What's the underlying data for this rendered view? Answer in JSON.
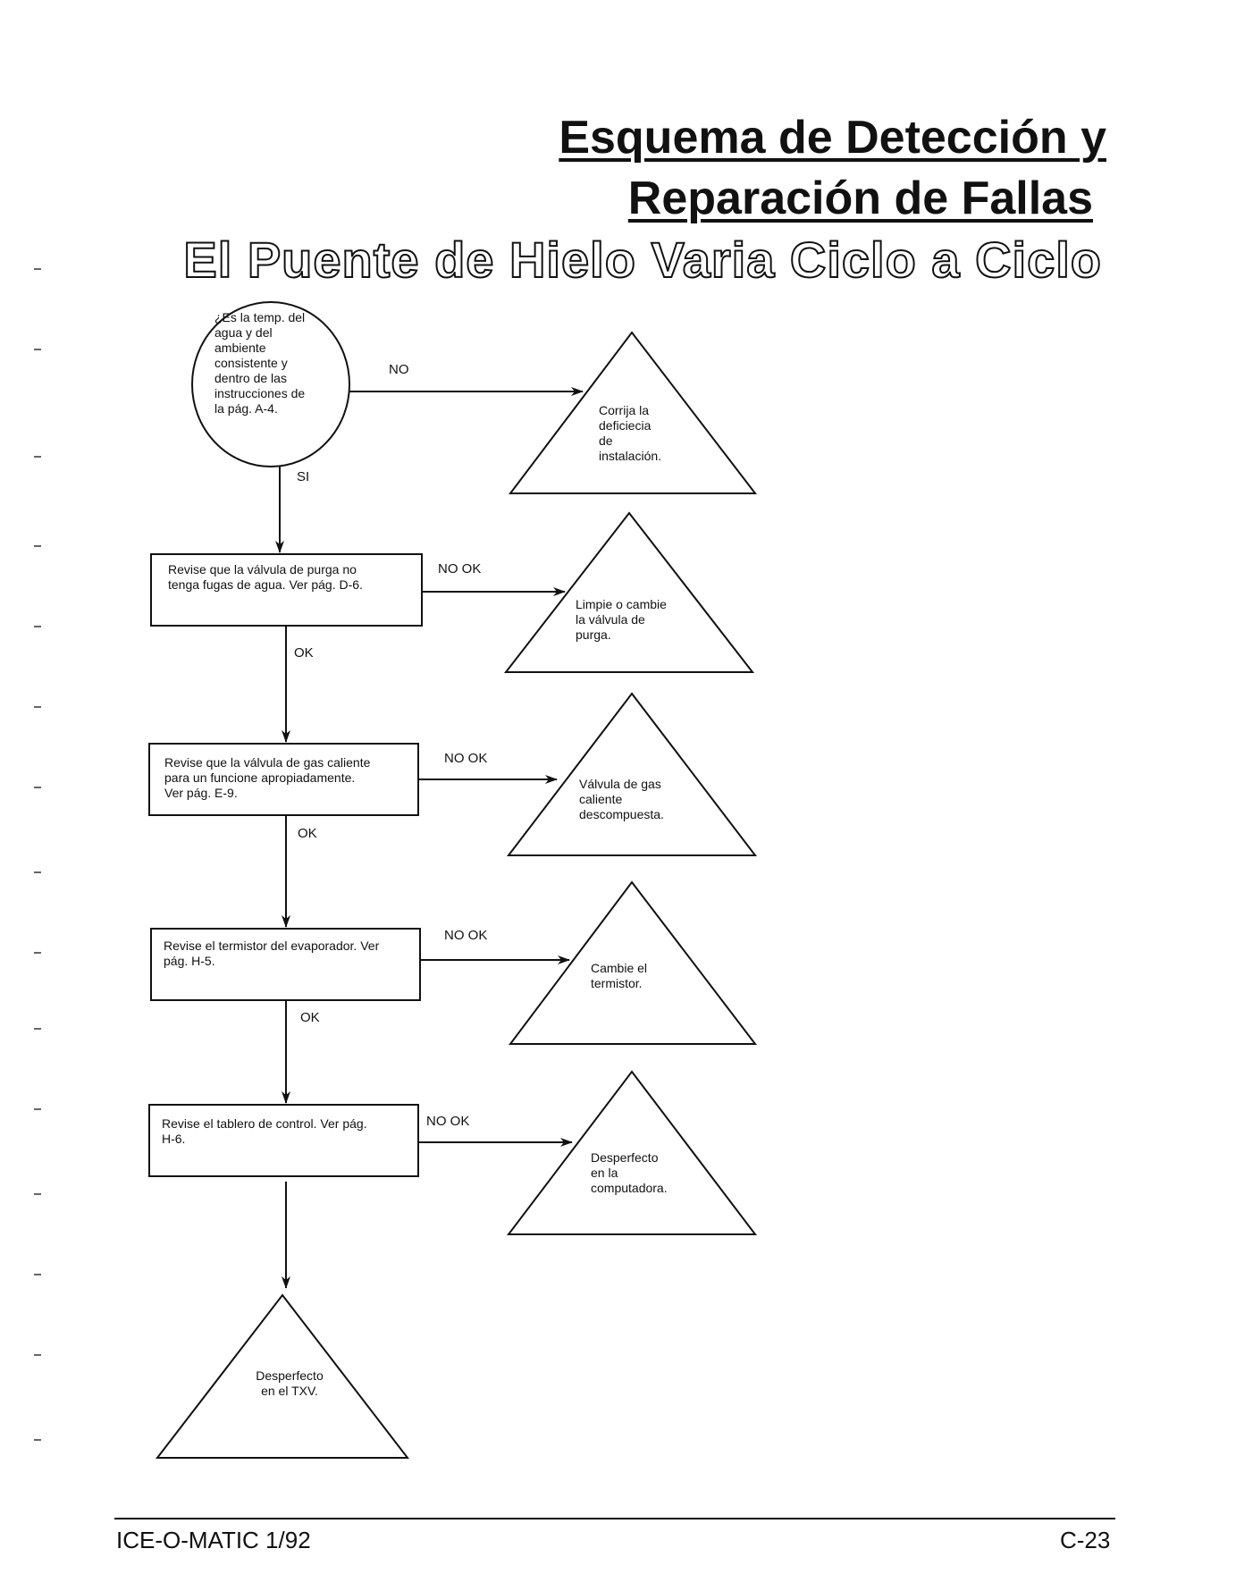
{
  "title": {
    "line1": "Esquema de Detección y",
    "line2": "Reparación de Fallas",
    "subtitle": "El Puente de Hielo Varia Ciclo a Ciclo"
  },
  "flowchart": {
    "start": {
      "text": "¿Es la temp. del\nagua y del\nambiente\nconsistente y\ndentro de las\ninstrucciones de\nla pág. A-4."
    },
    "steps": [
      {
        "check": "Revise que la válvula de purga no\ntenga fugas de agua.  Ver pág. D-6.",
        "result": "Limpie o cambie\nla válvula de\npurga."
      },
      {
        "check": "Revise que la válvula de gas caliente\npara un funcione apropiadamente.\nVer pág. E-9.",
        "result": "Válvula de gas\ncaliente\ndescompuesta."
      },
      {
        "check": "Revise el termistor del evaporador.  Ver\npág.  H-5.",
        "result": "Cambie el\ntermistor."
      },
      {
        "check": "Revise el tablero de control.  Ver pág.\nH-6.",
        "result": "Desperfecto\nen la\ncomputadora."
      }
    ],
    "start_result": "Corrija la\ndeficiecia\nde\ninstalación.",
    "final_result": "Desperfecto\nen el TXV.",
    "labels": {
      "no": "NO",
      "si": "SI",
      "ok": "OK",
      "not_ok": "NO OK"
    }
  },
  "footer": {
    "left": "ICE-O-MATIC 1/92",
    "right": "C-23"
  }
}
